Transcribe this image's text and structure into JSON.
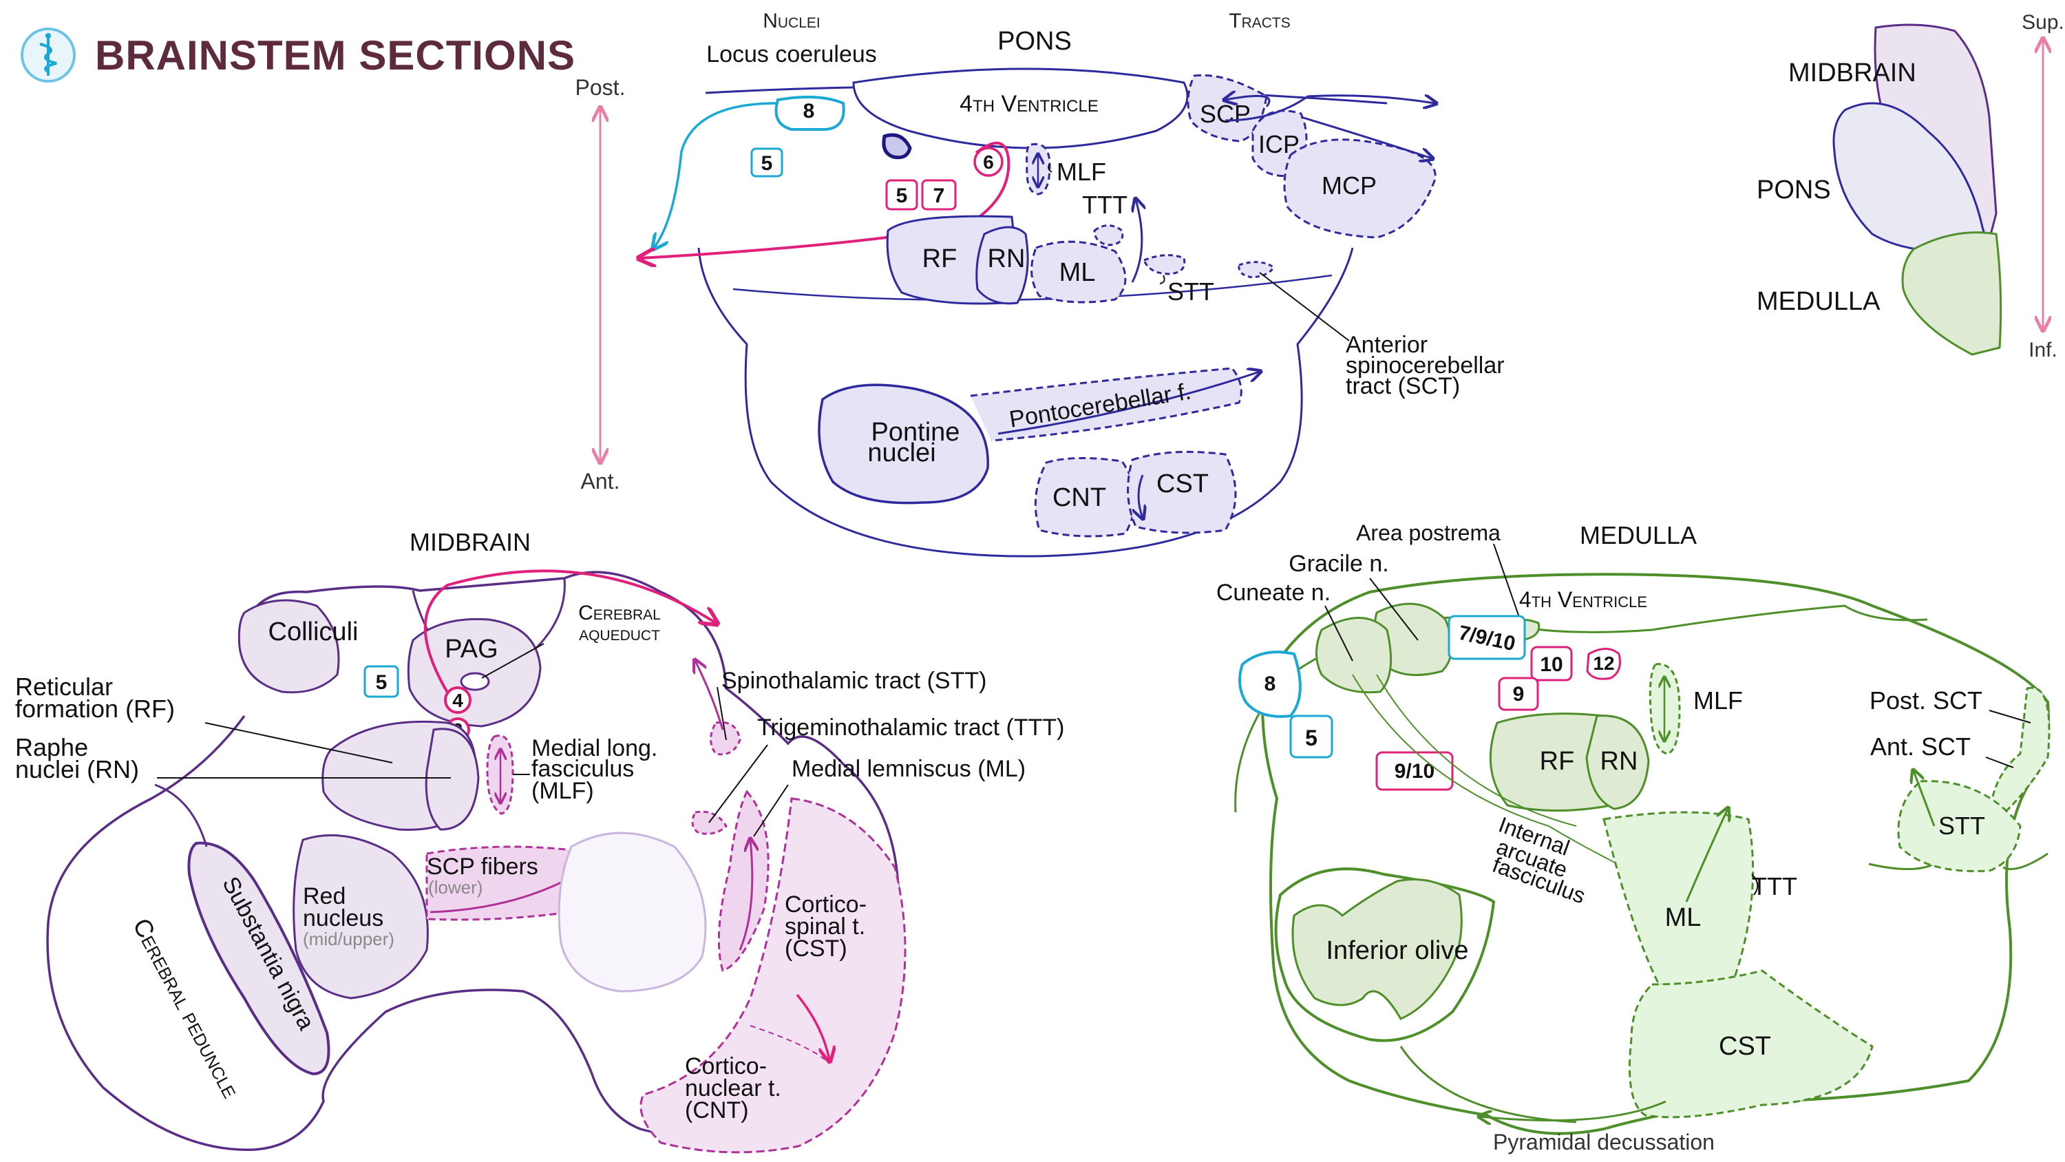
{
  "title": "BRAINSTEM SECTIONS",
  "colors": {
    "title": "#5e2a3e",
    "pons": "#2e2a9e",
    "pons_fill": "#e6e3f7",
    "midbrain": "#5a2d86",
    "midbrain_fill": "#ece3f1",
    "medulla": "#4e8f2a",
    "medulla_fill": "#e4f5dd",
    "cyan": "#1ba8d4",
    "magenta": "#e0207a",
    "axis": "#ea7fa6"
  },
  "orientation": {
    "post": "Post.",
    "ant": "Ant.",
    "sup": "Sup.",
    "inf": "Inf."
  },
  "overview": {
    "midbrain": "MIDBRAIN",
    "pons": "PONS",
    "medulla": "MEDULLA"
  },
  "pons": {
    "heading": "PONS",
    "nuclei_header": "Nuclei",
    "tracts_header": "Tracts",
    "locus_coeruleus": "Locus coeruleus",
    "ventricle": "4th Ventricle",
    "badges": {
      "b8": "8",
      "b5": "5",
      "b5b": "5",
      "b7": "7",
      "b6": "6"
    },
    "mlf": "MLF",
    "ttt": "TTT",
    "rf": "RF",
    "rn": "RN",
    "ml": "ML",
    "stt": "STT",
    "scp": "SCP",
    "icp": "ICP",
    "mcp": "MCP",
    "asct": [
      "Anterior",
      "spinocerebellar",
      "tract (SCT)"
    ],
    "pontine_nuclei": [
      "Pontine",
      "nuclei"
    ],
    "pontocerebellar": "Pontocerebellar f.",
    "cnt": "CNT",
    "cst": "CST"
  },
  "midbrain": {
    "heading": "MIDBRAIN",
    "colliculi": "Colliculi",
    "pag": "PAG",
    "aqueduct": [
      "Cerebral",
      "aqueduct"
    ],
    "badges": {
      "b5": "5",
      "b4": "4",
      "b3": "3"
    },
    "rf": [
      "Reticular",
      "formation (RF)"
    ],
    "rn": [
      "Raphe",
      "nuclei (RN)"
    ],
    "mlf": [
      "Medial long.",
      "fasciculus",
      "(MLF)"
    ],
    "stt": "Spinothalamic tract (STT)",
    "ttt": "Trigeminothalamic tract (TTT)",
    "ml": "Medial lemniscus (ML)",
    "red_nucleus": [
      "Red",
      "nucleus"
    ],
    "red_nucleus_sub": "(mid/upper)",
    "scp_fibers": "SCP fibers",
    "scp_fibers_sub": "(lower)",
    "substantia_nigra": "Substantia nigra",
    "cerebral_peduncle": "Cerebral peduncle",
    "cst": [
      "Cortico-",
      "spinal t.",
      "(CST)"
    ],
    "cnt": [
      "Cortico-",
      "nuclear t.",
      "(CNT)"
    ]
  },
  "medulla": {
    "heading": "MEDULLA",
    "area_postrema": "Area postrema",
    "gracile": "Gracile n.",
    "cuneate": "Cuneate n.",
    "ventricle": "4th Ventricle",
    "badges": {
      "b8": "8",
      "b5": "5",
      "b7910": "7/9/10",
      "b10": "10",
      "b12": "12",
      "b9": "9",
      "b910": "9/10"
    },
    "mlf": "MLF",
    "rf": "RF",
    "rn": "RN",
    "internal_arcuate": [
      "Internal",
      "arcuate",
      "fasciculus"
    ],
    "ml": "ML",
    "ttt": "TTT",
    "post_sct": "Post. SCT",
    "ant_sct": "Ant. SCT",
    "stt": "STT",
    "inferior_olive": "Inferior olive",
    "cst": "CST",
    "pyramidal": "Pyramidal decussation"
  }
}
